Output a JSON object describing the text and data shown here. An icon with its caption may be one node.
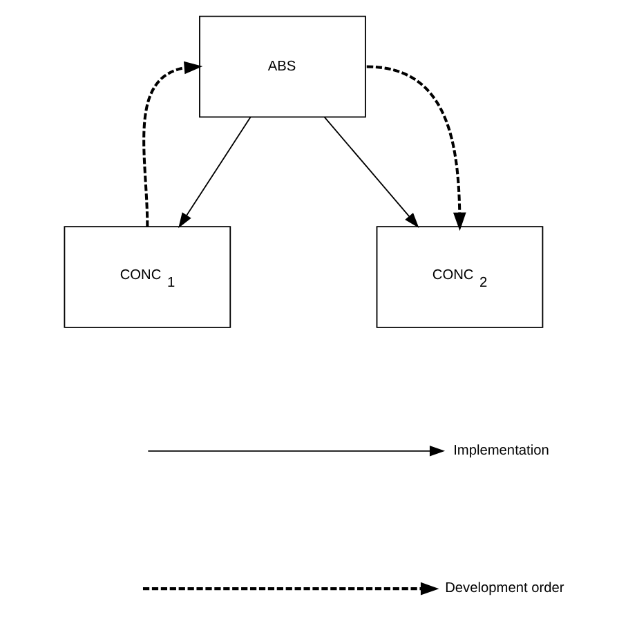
{
  "diagram": {
    "nodes": [
      {
        "text": [
          "ABS"
        ]
      },
      {
        "text": [
          "CONC $_{1}$"
        ]
      },
      {
        "text": [
          "CONC $_{2}$"
        ]
      }
    ],
    "edges": [
      {
        "from": 0,
        "to": 1,
        "arrow": "to"
      },
      {
        "from": 0,
        "to": 2,
        "arrow": "to"
      },
      {
        "from": 1,
        "to": 0,
        "arrow": "to",
        "style": "dashed"
      },
      {
        "from": 0,
        "to": 2,
        "arrow": "to",
        "style": "dashed"
      }
    ],
    "legend": [
      {
        "text": "Implementation"
      },
      {
        "text": "Development order"
      }
    ]
  }
}
